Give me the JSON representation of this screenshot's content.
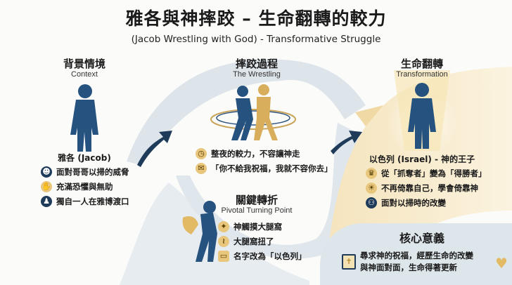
{
  "title": "雅各與神摔跤 – 生命翻轉的較力",
  "subtitle": "(Jacob Wrestling with God) - Transformative Struggle",
  "context": {
    "heading": "背景情境",
    "subheading": "Context",
    "name": "雅各 (Jacob)",
    "items": [
      {
        "icon": "mask-icon",
        "text": "面對哥哥以掃的威脅"
      },
      {
        "icon": "praying-hands-icon",
        "text": "充滿恐懼與無助"
      },
      {
        "icon": "lonely-person-icon",
        "text": "獨自一人在雅博渡口"
      }
    ]
  },
  "wrestling": {
    "heading": "摔跤過程",
    "subheading": "The Wrestling",
    "items": [
      {
        "icon": "clock-icon",
        "text": "整夜的較力，不容讓神走"
      },
      {
        "icon": "speech-gift-icon",
        "text": "「你不給我祝福，我就不容你去」"
      }
    ]
  },
  "turning": {
    "heading": "關鍵轉折",
    "subheading": "Pivotal Turning Point",
    "items": [
      {
        "icon": "hip-joint-icon",
        "text": "神觸摸大腿窩"
      },
      {
        "icon": "injured-leg-icon",
        "text": "大腿窩扭了"
      },
      {
        "icon": "name-tag-icon",
        "text": "名字改為「以色列」"
      }
    ]
  },
  "transformation": {
    "heading": "生命翻轉",
    "subheading": "Transformation",
    "name": "以色列 (Israel) - 神的王子",
    "items": [
      {
        "icon": "crown-icon",
        "text": "從「抓奪者」變為「得勝者」"
      },
      {
        "icon": "hand-sun-icon",
        "text": "不再倚靠自己，學會倚靠神"
      },
      {
        "icon": "embrace-icon",
        "text": "面對以掃時的改變"
      }
    ]
  },
  "core": {
    "heading": "核心意義",
    "lines": [
      "尋求神的祝福，經歷生命的改變",
      "與神面對面，生命得著更新"
    ]
  },
  "colors": {
    "navy": "#1f3b5a",
    "gold": "#e2b964",
    "swoosh": "#dfe6ec"
  }
}
